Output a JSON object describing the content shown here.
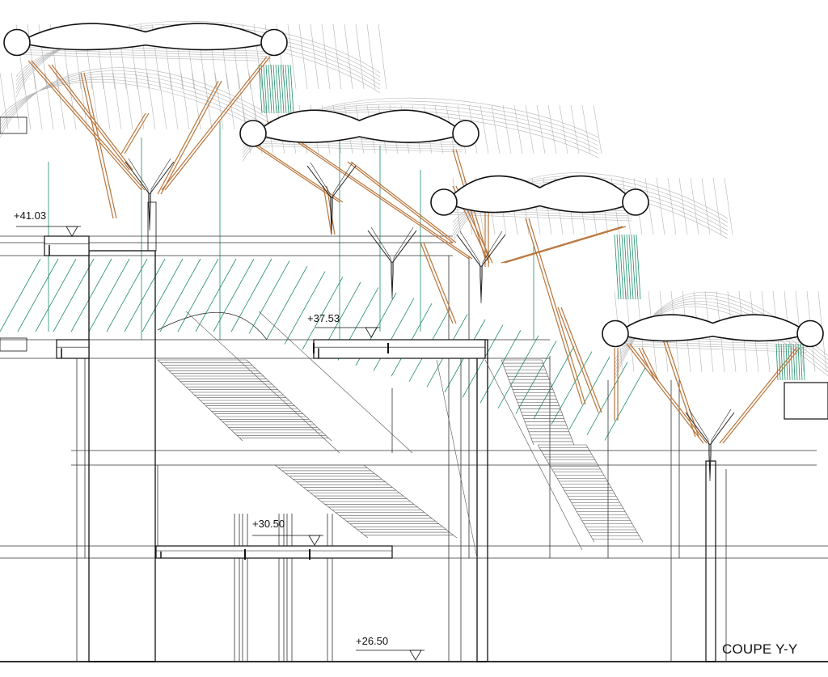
{
  "drawing": {
    "title": "COUPE Y-Y",
    "levels": [
      {
        "label": "+41.03"
      },
      {
        "label": "+37.53"
      },
      {
        "label": "+30.50"
      },
      {
        "label": "+26.50"
      }
    ]
  },
  "colors": {
    "structure": "#111111",
    "timber": "#b8743a",
    "glazing": "#1f8f6a",
    "wireframe": "#a0a0a0"
  }
}
